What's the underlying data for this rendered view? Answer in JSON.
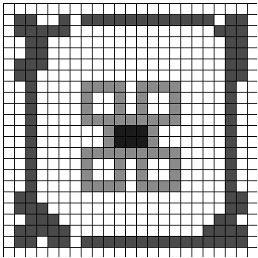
{
  "board": {
    "rows": 23,
    "cols": 23,
    "cell_legend": {
      "0": "empty",
      "1": "dark",
      "2": "light-gray",
      "3": "black"
    },
    "colors": {
      "empty": "#ffffff",
      "dark": "#4a4a4a",
      "gray": "#8a8a8a",
      "black": "#1a1a1a",
      "grid_line": "#000000"
    },
    "cells": [
      [
        0,
        0,
        0,
        0,
        0,
        0,
        0,
        0,
        0,
        0,
        0,
        0,
        0,
        0,
        0,
        0,
        0,
        0,
        0,
        0,
        0,
        0,
        0
      ],
      [
        0,
        1,
        1,
        0,
        0,
        1,
        0,
        1,
        1,
        1,
        1,
        1,
        1,
        1,
        1,
        1,
        1,
        1,
        1,
        0,
        1,
        1,
        0
      ],
      [
        0,
        1,
        1,
        1,
        1,
        1,
        0,
        0,
        0,
        0,
        0,
        0,
        0,
        0,
        0,
        0,
        0,
        0,
        0,
        1,
        1,
        1,
        0
      ],
      [
        0,
        0,
        1,
        1,
        0,
        0,
        0,
        0,
        0,
        0,
        0,
        0,
        0,
        0,
        0,
        0,
        0,
        0,
        0,
        0,
        1,
        1,
        0
      ],
      [
        0,
        0,
        1,
        1,
        0,
        0,
        0,
        0,
        0,
        0,
        0,
        0,
        0,
        0,
        0,
        0,
        0,
        0,
        0,
        0,
        1,
        1,
        0
      ],
      [
        0,
        1,
        1,
        1,
        0,
        0,
        0,
        0,
        0,
        0,
        0,
        0,
        0,
        0,
        0,
        0,
        0,
        0,
        0,
        0,
        1,
        1,
        0
      ],
      [
        0,
        1,
        1,
        0,
        0,
        0,
        0,
        0,
        0,
        0,
        0,
        0,
        0,
        0,
        0,
        0,
        0,
        0,
        0,
        0,
        1,
        1,
        0
      ],
      [
        0,
        0,
        1,
        0,
        0,
        0,
        0,
        2,
        2,
        2,
        2,
        0,
        2,
        2,
        2,
        2,
        0,
        0,
        0,
        0,
        1,
        0,
        0
      ],
      [
        0,
        0,
        1,
        0,
        0,
        0,
        0,
        2,
        0,
        0,
        2,
        0,
        2,
        0,
        0,
        2,
        0,
        0,
        0,
        0,
        1,
        0,
        0
      ],
      [
        0,
        0,
        1,
        0,
        0,
        0,
        0,
        2,
        0,
        0,
        2,
        0,
        2,
        0,
        0,
        2,
        0,
        0,
        0,
        0,
        1,
        0,
        0
      ],
      [
        0,
        0,
        1,
        0,
        0,
        0,
        0,
        2,
        2,
        2,
        2,
        2,
        2,
        2,
        2,
        2,
        0,
        0,
        0,
        0,
        1,
        0,
        0
      ],
      [
        0,
        0,
        1,
        0,
        0,
        0,
        0,
        0,
        0,
        2,
        3,
        3,
        3,
        2,
        0,
        0,
        0,
        0,
        0,
        0,
        1,
        0,
        0
      ],
      [
        0,
        0,
        1,
        0,
        0,
        0,
        0,
        0,
        0,
        2,
        3,
        3,
        3,
        2,
        0,
        0,
        0,
        0,
        0,
        0,
        1,
        0,
        0
      ],
      [
        0,
        0,
        1,
        0,
        0,
        0,
        0,
        2,
        2,
        2,
        2,
        2,
        2,
        2,
        2,
        2,
        0,
        0,
        0,
        0,
        1,
        0,
        0
      ],
      [
        0,
        0,
        1,
        0,
        0,
        0,
        0,
        2,
        0,
        0,
        2,
        0,
        2,
        0,
        0,
        2,
        0,
        0,
        0,
        0,
        1,
        0,
        0
      ],
      [
        0,
        0,
        1,
        0,
        0,
        0,
        0,
        2,
        0,
        0,
        2,
        0,
        2,
        0,
        0,
        2,
        0,
        0,
        0,
        0,
        1,
        0,
        0
      ],
      [
        0,
        0,
        1,
        0,
        0,
        0,
        0,
        2,
        2,
        2,
        2,
        0,
        2,
        2,
        2,
        2,
        0,
        0,
        0,
        0,
        1,
        0,
        0
      ],
      [
        0,
        1,
        1,
        0,
        0,
        0,
        0,
        0,
        0,
        0,
        0,
        0,
        0,
        0,
        0,
        0,
        0,
        0,
        0,
        0,
        1,
        1,
        0
      ],
      [
        0,
        1,
        1,
        1,
        0,
        0,
        0,
        0,
        0,
        0,
        0,
        0,
        0,
        0,
        0,
        0,
        0,
        0,
        0,
        0,
        1,
        1,
        0
      ],
      [
        0,
        0,
        1,
        1,
        1,
        0,
        0,
        0,
        0,
        0,
        0,
        0,
        0,
        0,
        0,
        0,
        0,
        0,
        0,
        1,
        1,
        0,
        0
      ],
      [
        0,
        1,
        1,
        1,
        1,
        1,
        0,
        0,
        0,
        0,
        0,
        0,
        0,
        0,
        0,
        0,
        0,
        0,
        1,
        1,
        1,
        1,
        0
      ],
      [
        0,
        1,
        1,
        0,
        1,
        1,
        0,
        1,
        1,
        1,
        1,
        1,
        1,
        1,
        1,
        1,
        1,
        1,
        1,
        1,
        1,
        1,
        0
      ],
      [
        0,
        0,
        0,
        0,
        0,
        0,
        0,
        0,
        0,
        0,
        0,
        0,
        0,
        0,
        0,
        0,
        0,
        0,
        0,
        0,
        0,
        0,
        0
      ]
    ]
  }
}
